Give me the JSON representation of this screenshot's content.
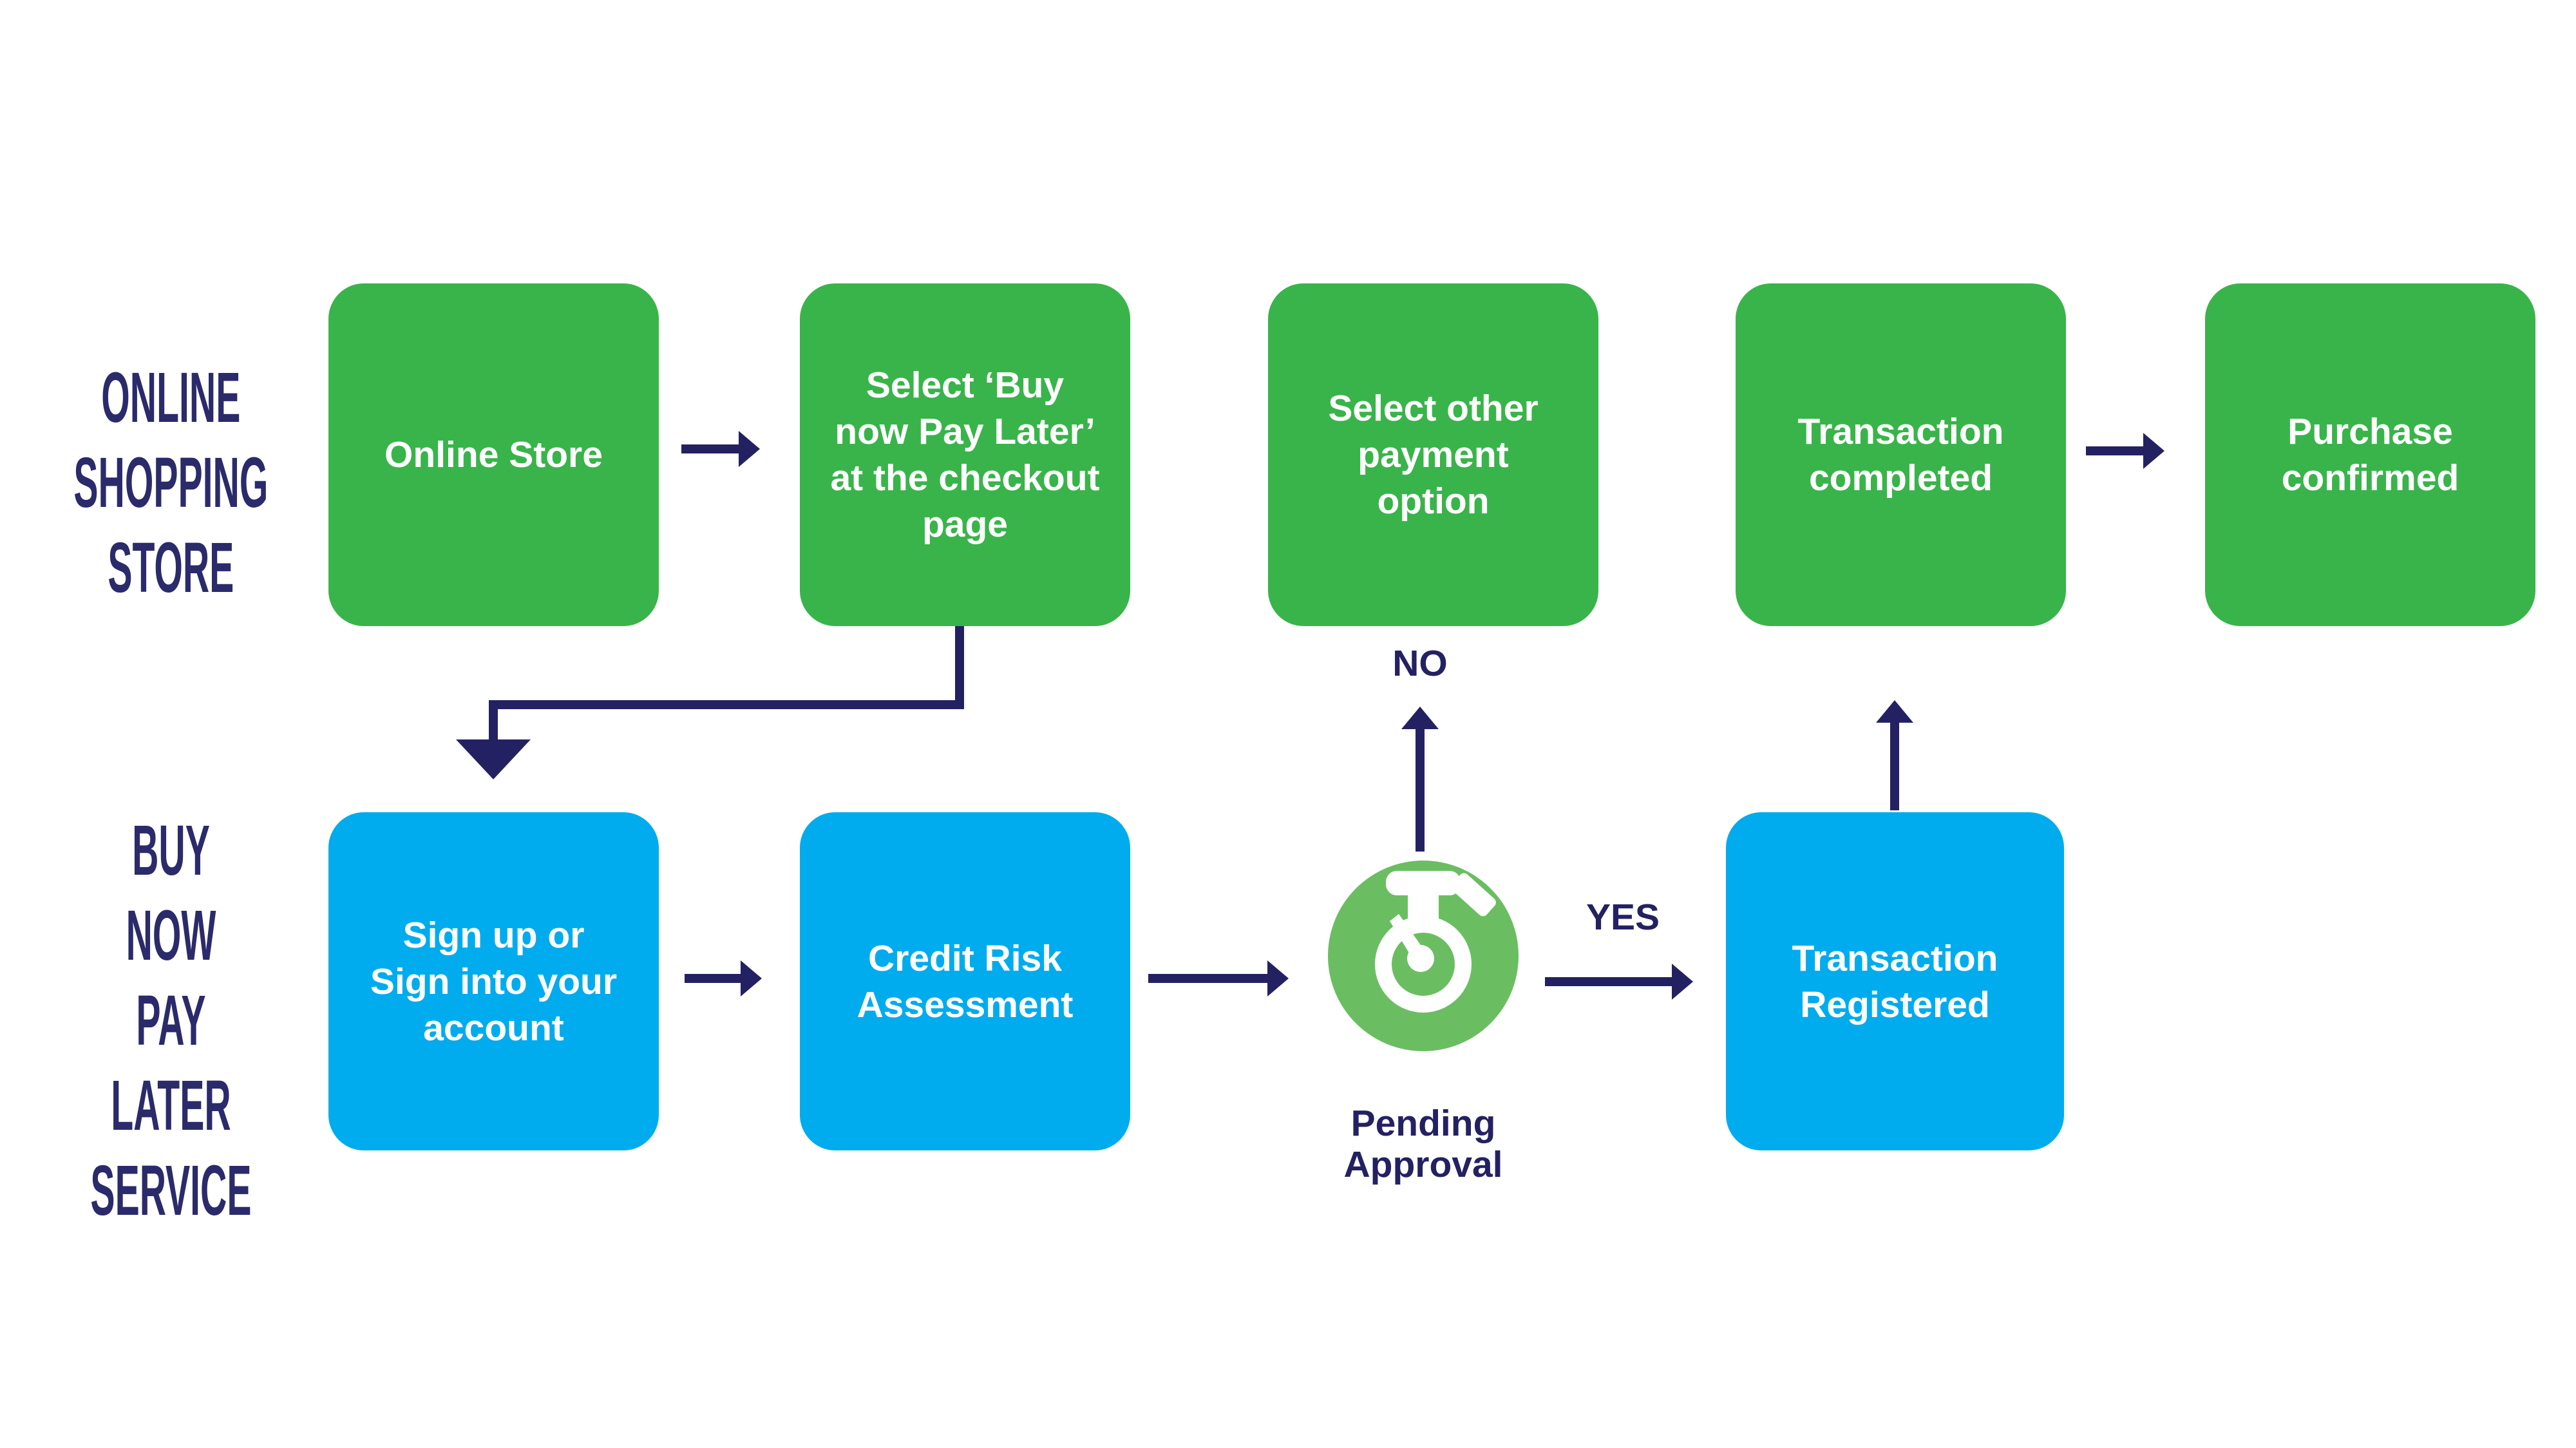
{
  "diagram": {
    "title_hidden": "",
    "lanes": [
      {
        "id": "online-shopping-store",
        "label": "ONLINE\nSHOPPING\nSTORE"
      },
      {
        "id": "buy-now-pay-later-service",
        "label": "BUY NOW\nPAY LATER\nSERVICE"
      }
    ],
    "nodes": {
      "online_store": {
        "label": "Online Store",
        "color": "green"
      },
      "select_bnpl": {
        "label": "Select ‘Buy\nnow Pay Later’\nat the checkout\npage",
        "color": "green"
      },
      "select_other": {
        "label": "Select other\npayment\noption",
        "color": "green"
      },
      "transaction_completed": {
        "label": "Transaction\ncompleted",
        "color": "green"
      },
      "purchase_confirmed": {
        "label": "Purchase\nconfirmed",
        "color": "green"
      },
      "sign_up": {
        "label": "Sign up or\nSign into your\naccount",
        "color": "blue"
      },
      "credit_risk": {
        "label": "Credit Risk\nAssessment",
        "color": "blue"
      },
      "pending_approval": {
        "label": "Pending\nApproval",
        "icon": "stopwatch-icon"
      },
      "transaction_registered": {
        "label": "Transaction\nRegistered",
        "color": "blue"
      }
    },
    "decision_labels": {
      "yes": "YES",
      "no": "NO"
    },
    "flows": [
      {
        "from": "online_store",
        "to": "select_bnpl"
      },
      {
        "from": "select_bnpl",
        "to": "sign_up"
      },
      {
        "from": "sign_up",
        "to": "credit_risk"
      },
      {
        "from": "credit_risk",
        "to": "pending_approval"
      },
      {
        "from": "pending_approval",
        "to": "transaction_registered",
        "label": "YES"
      },
      {
        "from": "pending_approval",
        "to": "select_other",
        "label": "NO"
      },
      {
        "from": "transaction_registered",
        "to": "transaction_completed"
      },
      {
        "from": "transaction_completed",
        "to": "purchase_confirmed"
      }
    ],
    "colors": {
      "green": "#39b44a",
      "light_green": "#6abe61",
      "blue": "#00aced",
      "navy": "#242162",
      "label_navy": "#2b2a6b",
      "white": "#ffffff",
      "background": "#ffffff"
    }
  }
}
